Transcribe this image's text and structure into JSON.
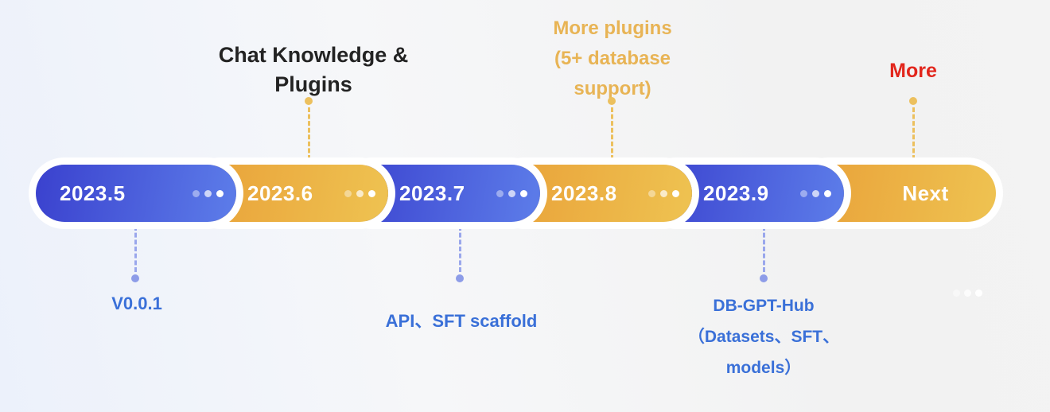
{
  "timeline": {
    "milestones": [
      {
        "date": "2023.5",
        "variant": "blue",
        "has_dots": true
      },
      {
        "date": "2023.6",
        "variant": "gold",
        "has_dots": true
      },
      {
        "date": "2023.7",
        "variant": "blue",
        "has_dots": true
      },
      {
        "date": "2023.8",
        "variant": "gold",
        "has_dots": true
      },
      {
        "date": "2023.9",
        "variant": "blue",
        "has_dots": true
      },
      {
        "date": "Next",
        "variant": "gold",
        "has_dots": false
      }
    ]
  },
  "annotations": {
    "v001": {
      "milestone": "2023.5",
      "position": "below",
      "lines": [
        "V0.0.1"
      ]
    },
    "chat_knowledge": {
      "milestone": "2023.6",
      "position": "above",
      "lines": [
        "Chat Knowledge &",
        "Plugins"
      ]
    },
    "api_sft": {
      "milestone": "2023.7",
      "position": "below",
      "lines": [
        "API、SFT scaffold"
      ]
    },
    "more_plugins": {
      "milestone": "2023.8",
      "position": "above",
      "lines": [
        "More plugins",
        "(5+ database",
        "support)"
      ]
    },
    "dbgpt_hub": {
      "milestone": "2023.9",
      "position": "below",
      "lines": [
        "DB-GPT-Hub",
        "（Datasets、SFT、",
        "models）"
      ]
    },
    "more": {
      "milestone": "Next",
      "position": "above",
      "lines": [
        "More"
      ]
    }
  },
  "colors": {
    "pill_blue_start": "#3a41ce",
    "pill_blue_end": "#5b7ae8",
    "pill_gold_start": "#e9a038",
    "pill_gold_end": "#eec150",
    "pill_ring": "#ffffff",
    "label_blue": "#3a70d8",
    "label_gold": "#e8b455",
    "label_dark": "#232323",
    "label_red": "#e2261c",
    "connector_gold": "#ecc05e",
    "connector_blue": "#9aa7ec"
  }
}
